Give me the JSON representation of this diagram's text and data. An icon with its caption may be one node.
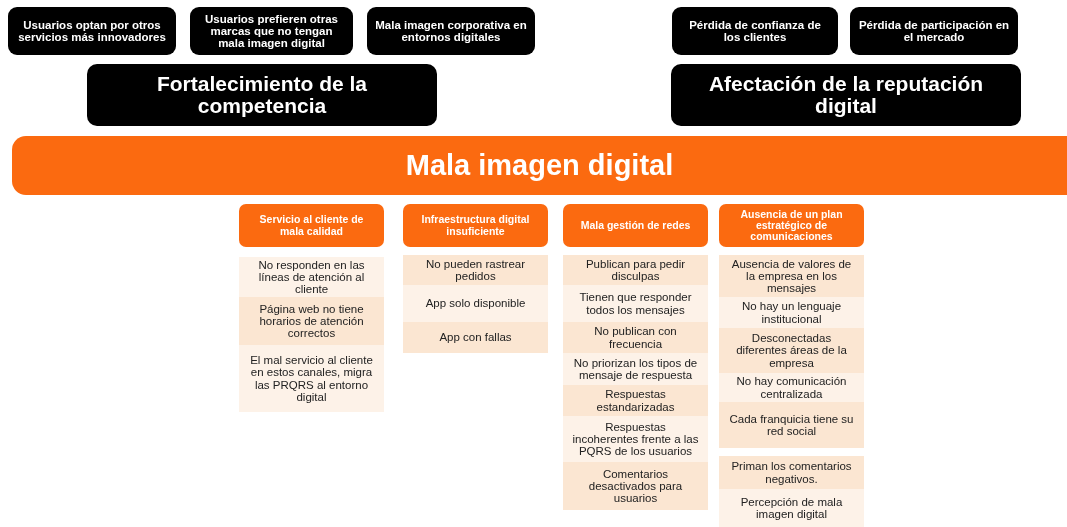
{
  "diagram": {
    "nodes": [
      {
        "text": [
          "Usuarios optan por otros servicios más innovadores"
        ]
      },
      {
        "text": [
          "Usuarios prefieren otras marcas que no tengan mala imagen digital"
        ]
      },
      {
        "text": [
          "Mala imagen corporativa en entornos digitales"
        ]
      },
      {
        "text": [
          "Pérdida de confianza de los clientes"
        ]
      },
      {
        "text": [
          "Pérdida de participación en el mercado"
        ]
      },
      {
        "text": [
          "Fortalecimiento de la competencia"
        ]
      },
      {
        "text": [
          "Afectación de la reputación digital"
        ]
      },
      {
        "text": [
          "Mala imagen digital"
        ]
      },
      {
        "text": [
          "Servicio al cliente de mala calidad"
        ]
      },
      {
        "text": [
          "Infraestructura digital insuficiente"
        ]
      },
      {
        "text": [
          "Mala gestión de redes"
        ]
      },
      {
        "text": [
          "Ausencia de un plan estratégico de comunicaciones"
        ]
      },
      {
        "text": [
          "No responden en las líneas de atención al cliente"
        ]
      },
      {
        "text": [
          "Página web no tiene horarios de atención correctos"
        ]
      },
      {
        "text": [
          "El mal servicio al cliente en estos canales, migra las PRQRS al entorno digital"
        ]
      },
      {
        "text": [
          "No pueden rastrear pedidos"
        ]
      },
      {
        "text": [
          "App solo disponible"
        ]
      },
      {
        "text": [
          "App con fallas"
        ]
      },
      {
        "text": [
          "Publican para pedir disculpas"
        ]
      },
      {
        "text": [
          "Tienen que responder todos los mensajes"
        ]
      },
      {
        "text": [
          "No publican con frecuencia"
        ]
      },
      {
        "text": [
          "No priorizan los tipos de mensaje de respuesta"
        ]
      },
      {
        "text": [
          "Respuestas estandarizadas"
        ]
      },
      {
        "text": [
          "Respuestas incoherentes frente a las PQRS de los usuarios"
        ]
      },
      {
        "text": [
          "Comentarios desactivados para usuarios"
        ]
      },
      {
        "text": [
          "Ausencia de valores de la empresa en los mensajes"
        ]
      },
      {
        "text": [
          "No hay un lenguaje institucional"
        ]
      },
      {
        "text": [
          "Desconectadas diferentes áreas de la empresa"
        ]
      },
      {
        "text": [
          "No hay comunicación centralizada"
        ]
      },
      {
        "text": [
          "Cada franquicia tiene su red social"
        ]
      },
      {
        "text": [
          "Priman los comentarios negativos."
        ]
      },
      {
        "text": [
          "Percepción de mala imagen digital"
        ]
      }
    ]
  }
}
